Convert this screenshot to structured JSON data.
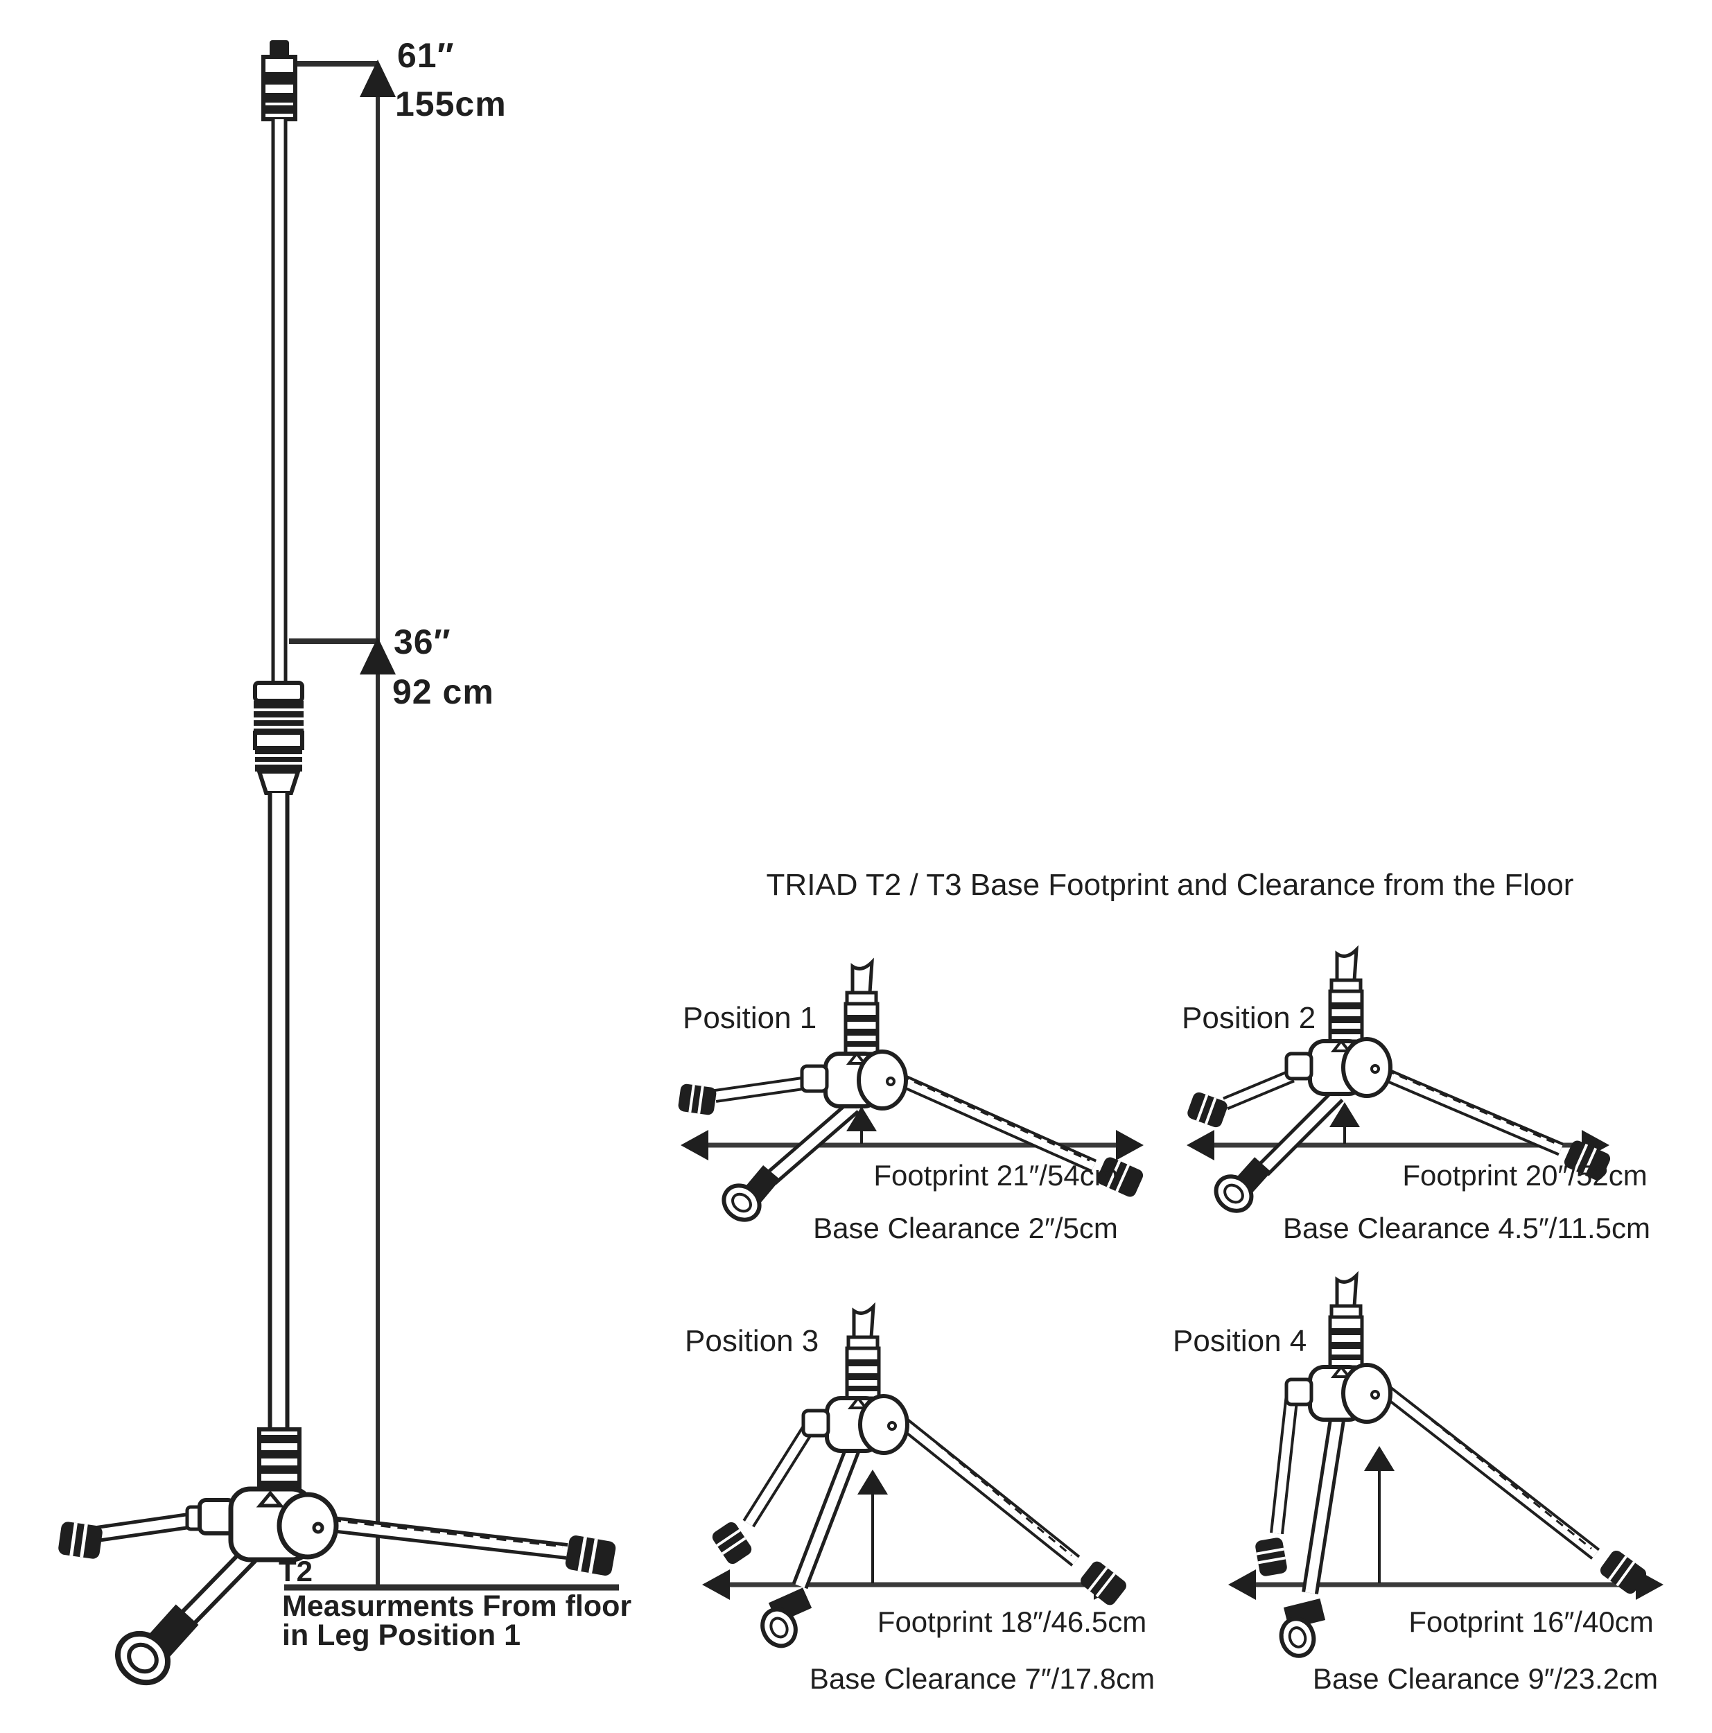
{
  "colors": {
    "ink": "#1f1f1f",
    "dim_line": "#2e2e2e",
    "background": "#ffffff"
  },
  "left_diagram": {
    "upper_height_in": "61″",
    "upper_height_cm": "155cm",
    "mid_height_in": "36″",
    "mid_height_cm": "92 cm",
    "model_label": "T2",
    "caption_line1": "Measurments From floor",
    "caption_line2": "in Leg Position 1"
  },
  "footprint_section": {
    "title": "TRIAD T2 / T3 Base Footprint and Clearance from the Floor",
    "positions": [
      {
        "label": "Position 1",
        "footprint": "Footprint 21″/54cm",
        "base_clearance": "Base Clearance 2″/5cm"
      },
      {
        "label": "Position 2",
        "footprint": "Footprint 20″/52cm",
        "base_clearance": "Base Clearance 4.5″/11.5cm"
      },
      {
        "label": "Position 3",
        "footprint": "Footprint 18″/46.5cm",
        "base_clearance": "Base Clearance 7″/17.8cm"
      },
      {
        "label": "Position 4",
        "footprint": "Footprint 16″/40cm",
        "base_clearance": "Base Clearance 9″/23.2cm"
      }
    ]
  }
}
